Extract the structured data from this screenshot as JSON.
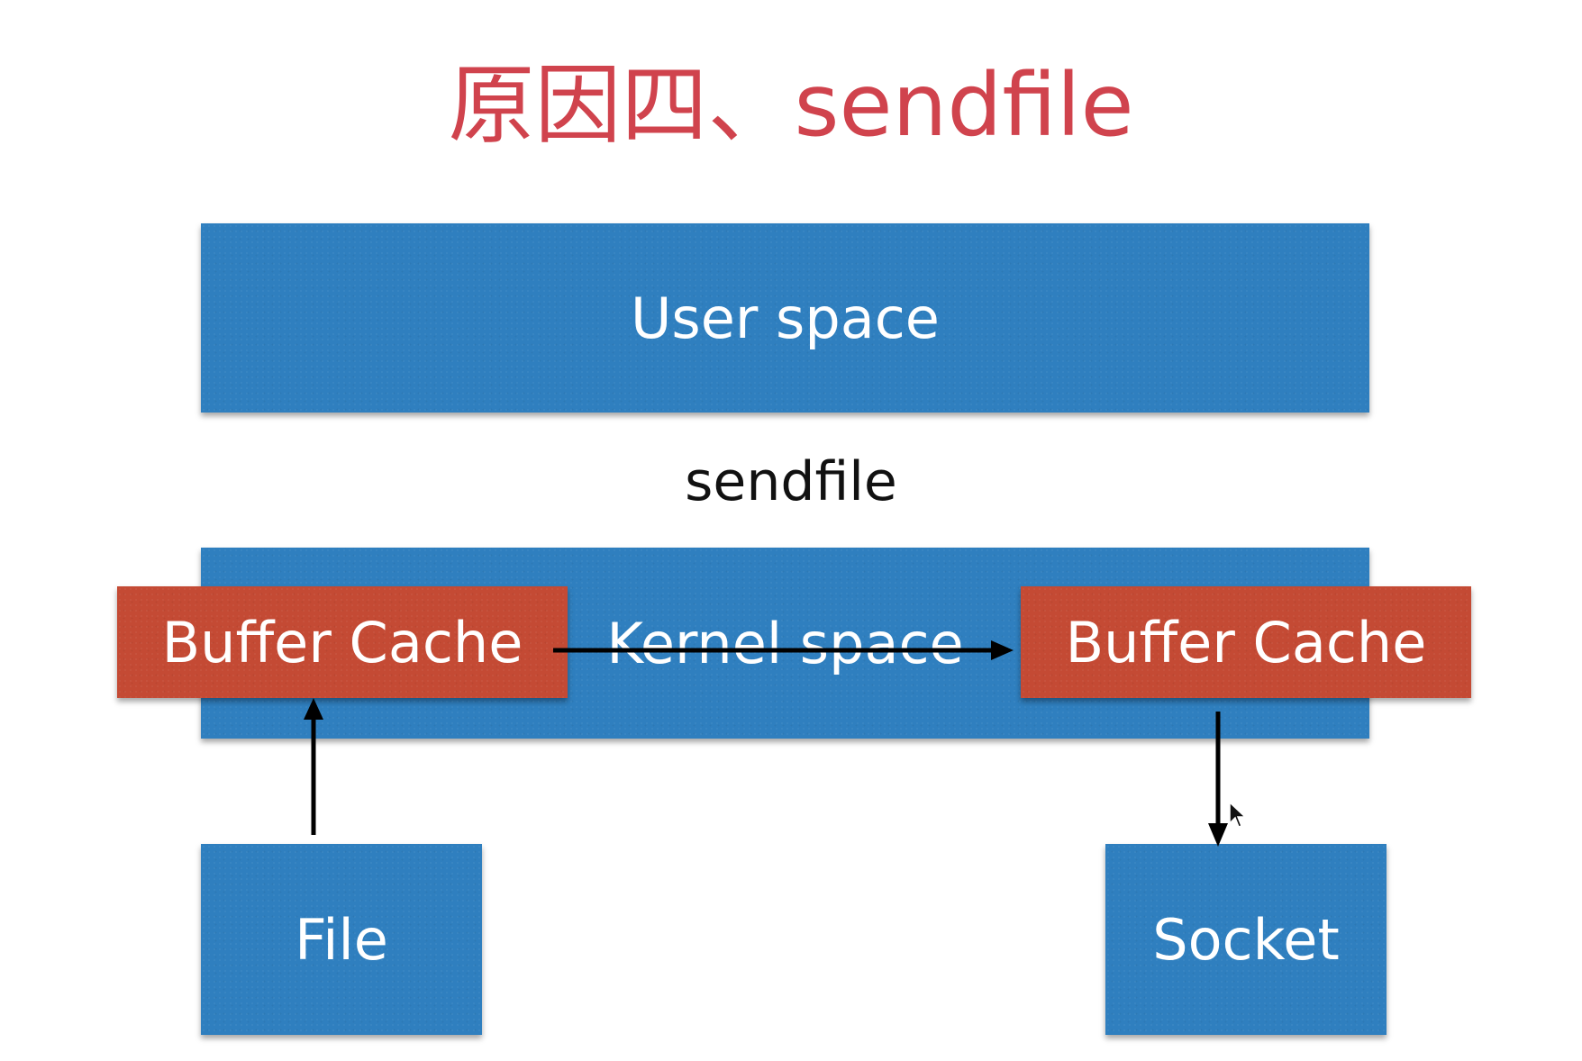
{
  "title": "原因四、sendfile",
  "boxes": {
    "user_space": "User space",
    "syscall_label": "sendfile",
    "kernel_space": "Kernel space",
    "buffer_cache_left": "Buffer Cache",
    "buffer_cache_right": "Buffer Cache",
    "file": "File",
    "socket": "Socket"
  },
  "colors": {
    "title": "#d0434d",
    "space_box": "#2f7fbf",
    "buffer_box": "#c44a34",
    "arrow": "#000000"
  },
  "icons": {
    "cursor": "mouse-pointer-icon"
  }
}
